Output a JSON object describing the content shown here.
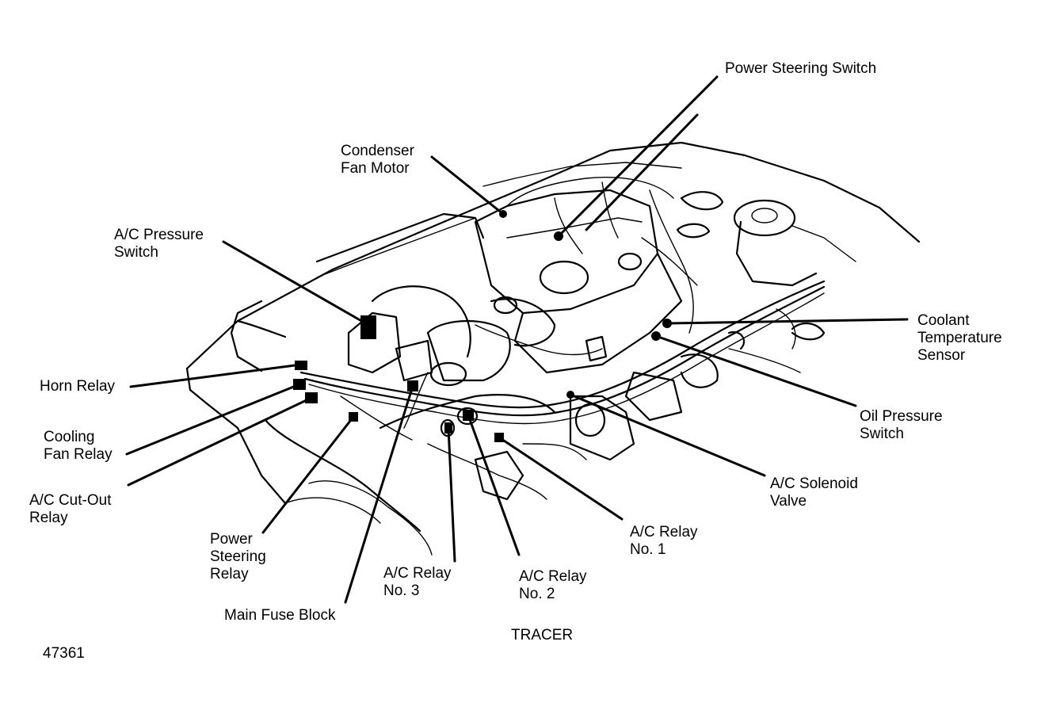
{
  "labels": {
    "power_steering_switch": [
      "Power Steering Switch"
    ],
    "condenser_fan_motor": [
      "Condenser",
      "Fan Motor"
    ],
    "ac_pressure_switch": [
      "A/C Pressure",
      "Switch"
    ],
    "coolant_temperature_sensor": [
      "Coolant",
      "Temperature",
      "Sensor"
    ],
    "horn_relay": [
      "Horn Relay"
    ],
    "oil_pressure_switch": [
      "Oil Pressure",
      "Switch"
    ],
    "cooling_fan_relay": [
      "Cooling",
      "Fan Relay"
    ],
    "ac_solenoid_valve": [
      "A/C Solenoid",
      "Valve"
    ],
    "ac_cutout_relay": [
      "A/C Cut-Out",
      "Relay"
    ],
    "ac_relay_no1": [
      "A/C Relay",
      "No. 1"
    ],
    "power_steering_relay": [
      "Power",
      "Steering",
      "Relay"
    ],
    "ac_relay_no3": [
      "A/C Relay",
      "No. 3"
    ],
    "ac_relay_no2": [
      "A/C Relay",
      "No. 2"
    ],
    "main_fuse_block": [
      "Main Fuse Block"
    ]
  },
  "caption": "TRACER",
  "figure_number": "47361"
}
